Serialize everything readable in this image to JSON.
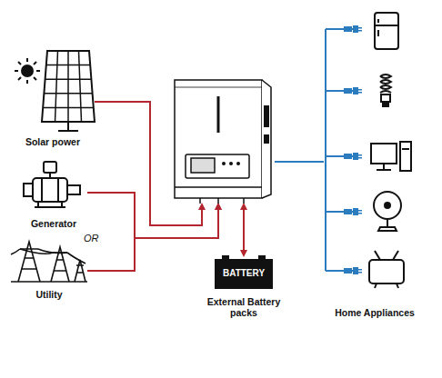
{
  "diagram": {
    "nodes": [
      {
        "text": [
          "Solar power"
        ]
      },
      {
        "text": [
          "Generator"
        ]
      },
      {
        "text": [
          "Utility"
        ]
      },
      {
        "text": []
      },
      {
        "text": [
          "BATTERY",
          "External Battery packs"
        ]
      },
      {
        "text": [
          "Home Appliances"
        ]
      }
    ],
    "edges": [
      {
        "from": 0,
        "to": 3,
        "arrow": "to"
      },
      {
        "from": 1,
        "to": 3,
        "arrow": "to"
      },
      {
        "from": 2,
        "to": 3,
        "arrow": "to"
      },
      {
        "from": 3,
        "to": 4,
        "arrow": "both"
      },
      {
        "from": 3,
        "to": 5,
        "arrow": "none"
      }
    ],
    "labels": [
      "OR"
    ]
  }
}
